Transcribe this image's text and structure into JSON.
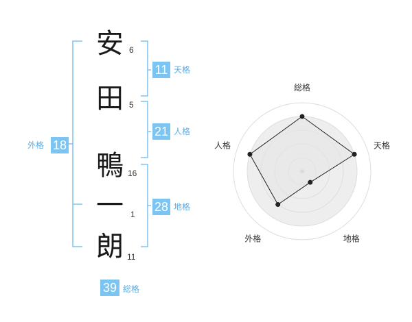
{
  "name_chars": [
    {
      "char": "安",
      "strokes": "6"
    },
    {
      "char": "田",
      "strokes": "5"
    },
    {
      "char": "鴨",
      "strokes": "16"
    },
    {
      "char": "一",
      "strokes": "1"
    },
    {
      "char": "朗",
      "strokes": "11"
    }
  ],
  "fortunes": {
    "tenkaku": {
      "value": "11",
      "label": "天格"
    },
    "jinkaku": {
      "value": "21",
      "label": "人格"
    },
    "chikaku": {
      "value": "28",
      "label": "地格"
    },
    "gaikaku": {
      "value": "18",
      "label": "外格"
    },
    "soukaku": {
      "value": "39",
      "label": "総格"
    }
  },
  "colors": {
    "accent": "#7cc4f2",
    "bracket": "#7cc4f2",
    "text": "#222222"
  },
  "chart_data": {
    "type": "radar",
    "axes": [
      "総格",
      "天格",
      "地格",
      "外格",
      "人格"
    ],
    "values": [
      0.8,
      0.8,
      0.2,
      0.6,
      0.8
    ],
    "max": 1,
    "rings": 5
  }
}
